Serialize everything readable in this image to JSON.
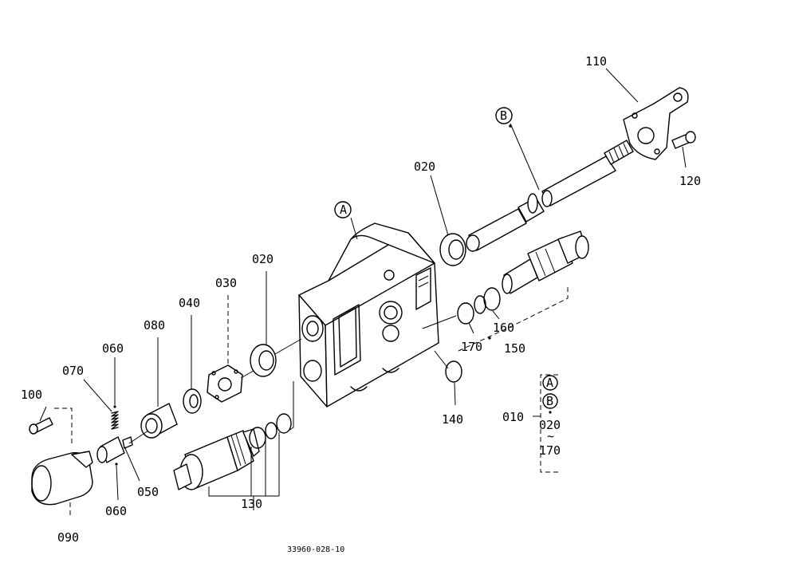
{
  "diagram": {
    "code": "33960-028-10",
    "callouts": {
      "A": "A",
      "B": "B"
    },
    "parts": {
      "p010": "010",
      "p020a": "020",
      "p020b": "020",
      "p030": "030",
      "p040": "040",
      "p050": "050",
      "p060a": "060",
      "p060b": "060",
      "p070": "070",
      "p080": "080",
      "p090": "090",
      "p100": "100",
      "p110": "110",
      "p120": "120",
      "p130": "130",
      "p140": "140",
      "p150": "150",
      "p160": "160",
      "p170": "170"
    },
    "assembly": {
      "a": "A",
      "b": "B",
      "from": "020",
      "tilde": "~",
      "to": "170"
    }
  }
}
